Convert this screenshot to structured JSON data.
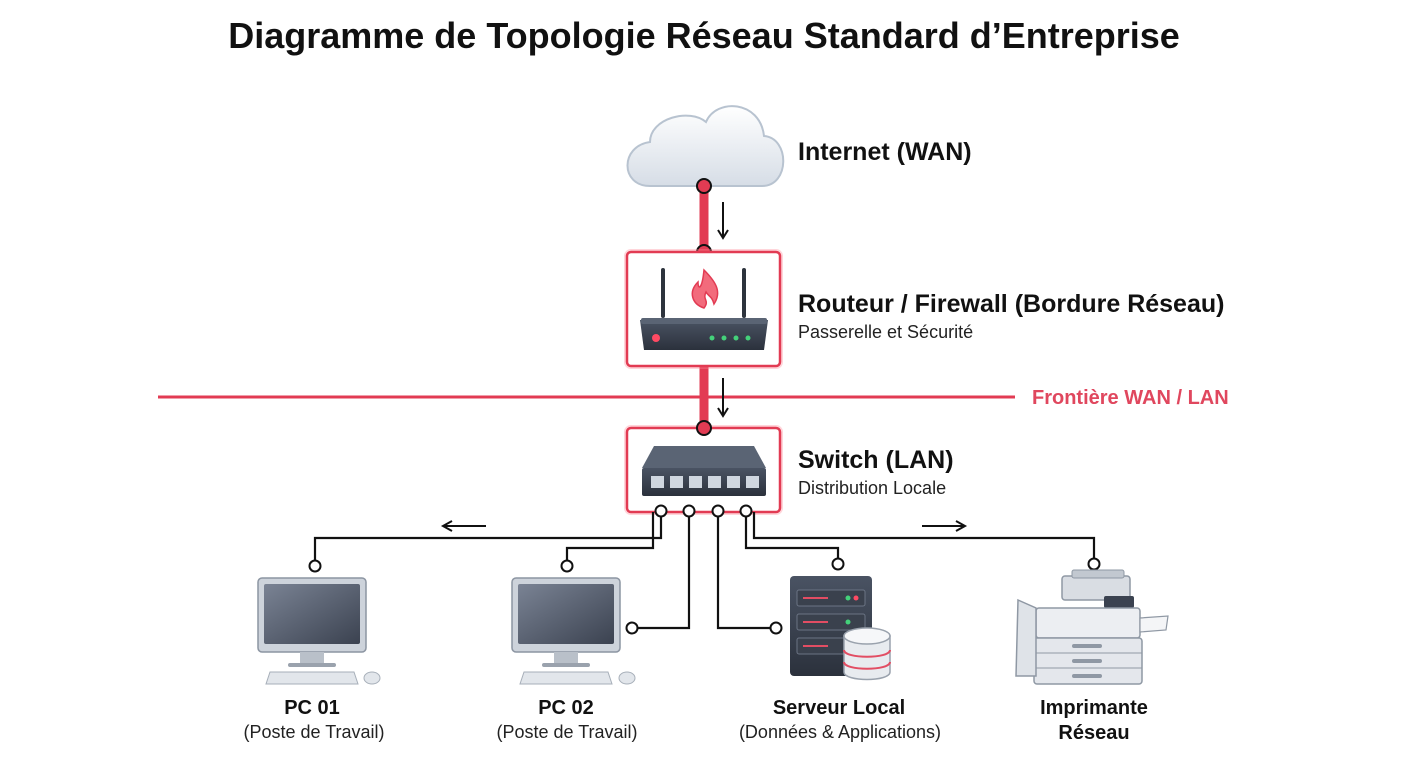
{
  "title": "Diagramme de Topologie Réseau Standard d’Entreprise",
  "accent_color": "#e23b53",
  "internet": {
    "label": "Internet (WAN)",
    "icon": "cloud-icon"
  },
  "router": {
    "label": "Routeur / Firewall (Bordure Réseau)",
    "sublabel": "Passerelle et Sécurité",
    "icon": "router-firewall-icon"
  },
  "boundary": {
    "label": "Frontière WAN / LAN"
  },
  "switch": {
    "label": "Switch (LAN)",
    "sublabel": "Distribution Locale",
    "icon": "switch-icon"
  },
  "devices": {
    "pc1": {
      "title": "PC 01",
      "subtitle": "(Poste de Travail)",
      "icon": "desktop-computer-icon"
    },
    "pc2": {
      "title": "PC 02",
      "subtitle": "(Poste de Travail)",
      "icon": "desktop-computer-icon"
    },
    "server": {
      "title": "Serveur Local",
      "subtitle": "(Données & Applications)",
      "icon": "server-database-icon"
    },
    "printer": {
      "title_line1": "Imprimante",
      "title_line2": "Réseau",
      "icon": "printer-icon"
    }
  }
}
